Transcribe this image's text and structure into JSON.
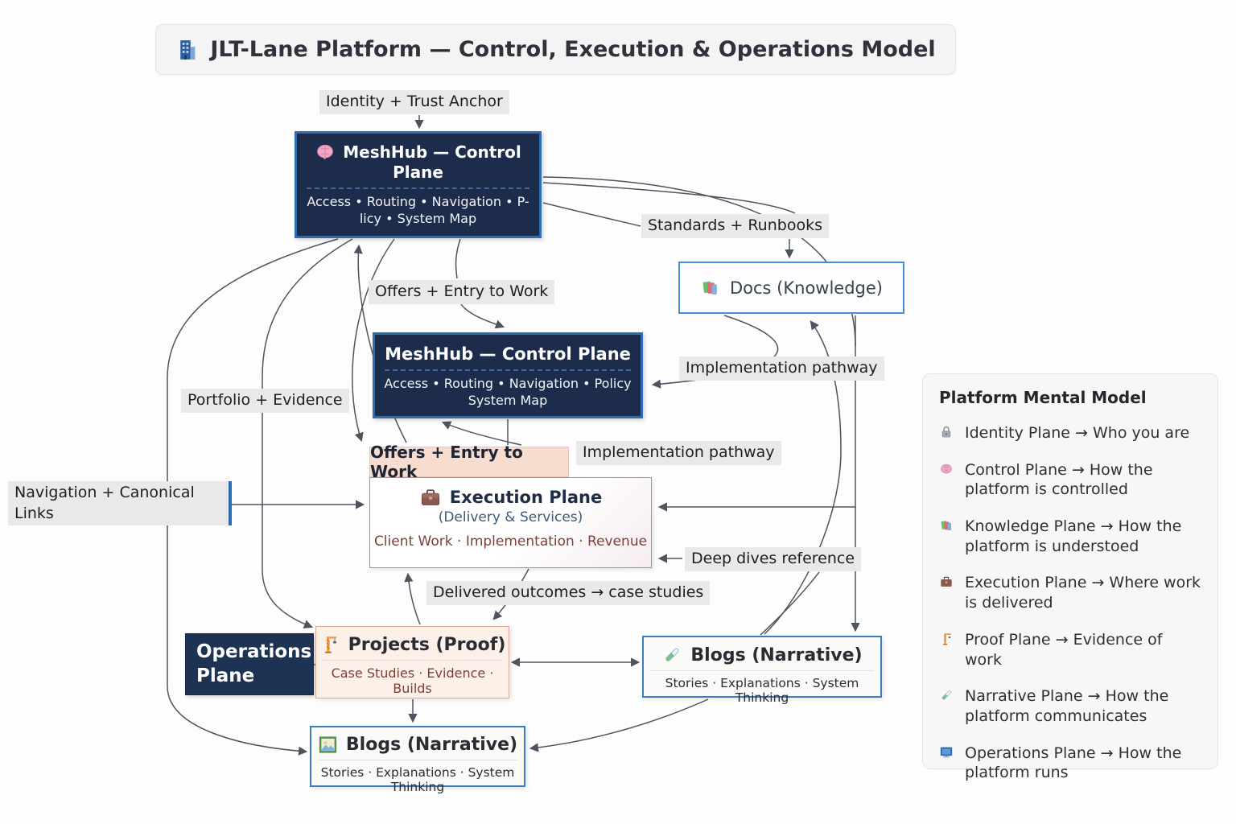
{
  "title": {
    "icon": "office-building-icon",
    "text": "JLT-Lane Platform — Control, Execution & Operations Model"
  },
  "nodes": {
    "meshhub_top": {
      "icon": "brain-icon",
      "title_line1": "MeshHub — Control",
      "title_line2": "Plane",
      "sub_line1": "Access • Routing • Navigation • P-",
      "sub_line2": "licy • System Map"
    },
    "meshhub_mid": {
      "title": "MeshHub — Control Plane",
      "sub_line1": "Access • Routing • Navigation • Policy",
      "sub_line2": "System Map"
    },
    "docs": {
      "icon": "books-icon",
      "title": "Docs (Knowledge)"
    },
    "offers_header": {
      "text": "Offers + Entry to Work"
    },
    "execution": {
      "icon": "briefcase-icon",
      "title": "Execution Plane",
      "subtitle": "(Delivery & Services)",
      "items": "Client Work · Implementation · Revenue"
    },
    "operations": {
      "title_line1": "Operations",
      "title_line2": "Plane"
    },
    "projects": {
      "icon": "construction-icon",
      "title": "Projects (Proof)",
      "items": "Case Studies · Evidence · Builds"
    },
    "blogs_right": {
      "icon": "test-tube-icon",
      "title": "Blogs (Narrative)",
      "items": "Stories · Explanations · System Thinking"
    },
    "blogs_bottom": {
      "icon": "picture-icon",
      "title": "Blogs (Narrative)",
      "items": "Stories · Explanations · System Thinking"
    }
  },
  "edge_labels": {
    "identity_trust": "Identity + Trust Anchor",
    "standards_runbooks": "Standards + Runbooks",
    "offers_entry": "Offers + Entry to Work",
    "impl_pathway_upper": "Implementation pathway",
    "impl_pathway_lower": "Implementation pathway",
    "portfolio_evidence": "Portfolio + Evidence",
    "nav_canonical": "Navigation + Canonical Links",
    "deep_dives": "Deep dives reference",
    "delivered_outcomes": "Delivered outcomes → case studies"
  },
  "legend": {
    "title": "Platform Mental Model",
    "items": [
      {
        "icon": "lock-icon",
        "name": "Identity Plane",
        "arrow": "→",
        "desc": "Who you are"
      },
      {
        "icon": "brain-icon",
        "name": "Control Plane",
        "arrow": "→",
        "desc": "How the platform is controlled"
      },
      {
        "icon": "books-icon",
        "name": "Knowledge Plane",
        "arrow": "→",
        "desc": "How the platform is understoed"
      },
      {
        "icon": "briefcase-icon",
        "name": "Execution Plane",
        "arrow": "→",
        "desc": "Where work is delivered"
      },
      {
        "icon": "construction-icon",
        "name": "Proof Plane",
        "arrow": "→",
        "desc": "Evidence of work"
      },
      {
        "icon": "test-tube-icon",
        "name": "Narrative Plane",
        "arrow": "→",
        "desc": "How the platform communicates"
      },
      {
        "icon": "desktop-icon",
        "name": "Operations Plane",
        "arrow": "→",
        "desc": "How the platform runs"
      }
    ]
  },
  "colors": {
    "navy_node_bg": "#1d2c4a",
    "node_border_blue": "#2e6cb6",
    "docs_border_blue": "#4a90d8",
    "salmon_bg": "#f8dcd0",
    "peach_bg": "#fdf0e9",
    "peach_border": "#dfa892",
    "maroon_text": "#7d4038",
    "slate_text": "#3e5a75",
    "arrow_gray": "#4e545e",
    "label_bg": "#e9e9e9",
    "legend_bg": "#f7f7f8"
  }
}
